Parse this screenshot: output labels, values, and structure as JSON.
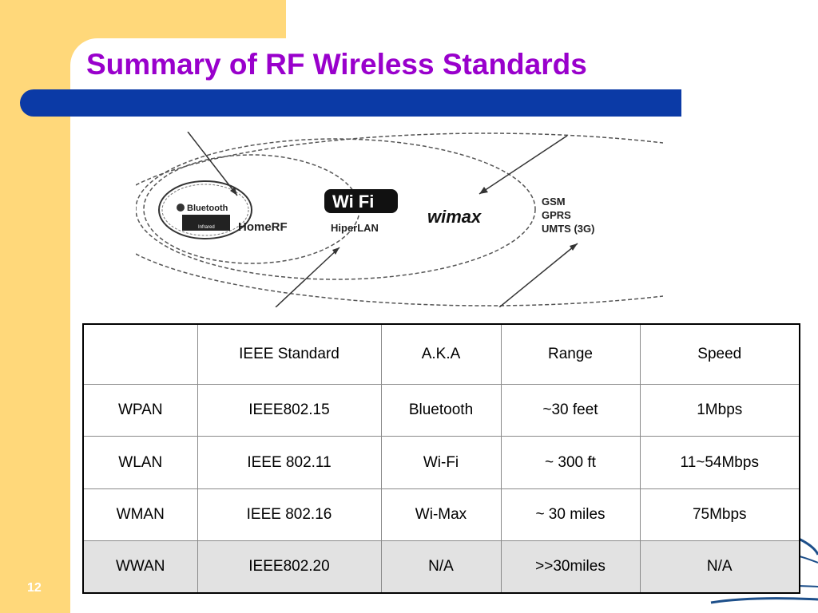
{
  "slide": {
    "title": "Summary of RF Wireless Standards",
    "number": "12"
  },
  "diagram": {
    "wpan_logos": [
      "Bluetooth",
      "Infrared",
      "HomeRF"
    ],
    "wlan_logos": [
      "Wi Fi",
      "HiperLAN"
    ],
    "wman_logo": "wimax",
    "wwan_items": [
      "GSM",
      "GPRS",
      "UMTS (3G)"
    ]
  },
  "table": {
    "headers": [
      "",
      "IEEE Standard",
      "A.K.A",
      "Range",
      "Speed"
    ],
    "rows": [
      [
        "WPAN",
        "IEEE802.15",
        "Bluetooth",
        "~30 feet",
        "1Mbps"
      ],
      [
        "WLAN",
        "IEEE 802.11",
        "Wi-Fi",
        "~ 300 ft",
        "11~54Mbps"
      ],
      [
        "WMAN",
        "IEEE 802.16",
        "Wi-Max",
        "~ 30 miles",
        "75Mbps"
      ],
      [
        "WWAN",
        "IEEE802.20",
        "N/A",
        ">>30miles",
        "N/A"
      ]
    ]
  },
  "colors": {
    "title": "#9900cc",
    "accent_bar": "#0b3aa6",
    "side_panel": "#ffd87a"
  }
}
